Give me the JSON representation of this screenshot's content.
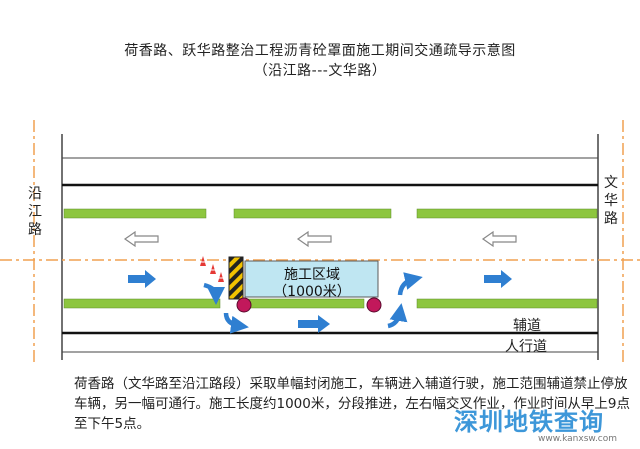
{
  "title": {
    "line1": "荷香路、跃华路整治工程沥青砼罩面施工期间交通疏导示意图",
    "line2": "（沿江路---文华路）"
  },
  "labels": {
    "left_road": "沿江路",
    "right_road": "文华路",
    "side_lane": "辅道",
    "sidewalk": "人行道"
  },
  "construction_zone": {
    "line1": "施工区域",
    "line2": "（1000米）"
  },
  "caption": "荷香路（文华路至沿江路段）采取单幅封闭施工，车辆进入辅道行驶，施工范围辅道禁止停放车辆，另一幅可通行。施工长度约1000米，分段推进，左右幅交叉作业，作业时间从早上9点至下午5点。",
  "watermark": {
    "text": "深圳地铁查询",
    "url": "www.kanxsw.com"
  },
  "colors": {
    "median": "#8dc63f",
    "arrow_blue": "#2f7fd1",
    "zone_fill": "#bfe6f2",
    "centerline": "#f0a050",
    "marker": "#c2185b"
  },
  "icons": {
    "left_arrow": "hollow-left-arrow-icon",
    "right_arrow": "blue-right-arrow-icon",
    "cone": "traffic-cone-icon",
    "barrier": "warning-barrier-icon"
  }
}
